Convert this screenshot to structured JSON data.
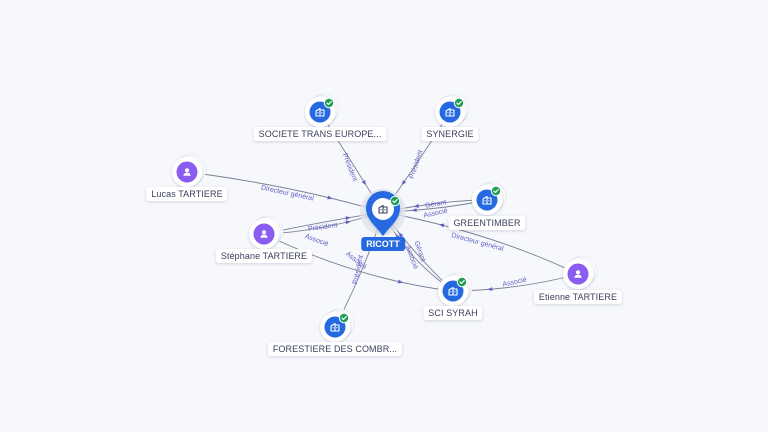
{
  "colors": {
    "company": "#2569e0",
    "person": "#8a5cf0",
    "verified": "#1f9d55",
    "edge_label": "#5d62c4",
    "edge": "#7b7f9a"
  },
  "center": {
    "label": "RICOTT",
    "icon": "building-icon",
    "verified": true
  },
  "nodes": [
    {
      "id": "societe",
      "label": "SOCIETE TRANS EUROPE...",
      "kind": "company",
      "verified": true
    },
    {
      "id": "synergie",
      "label": "SYNERGIE",
      "kind": "company",
      "verified": true
    },
    {
      "id": "lucas",
      "label": "Lucas TARTIERE",
      "kind": "person",
      "verified": false
    },
    {
      "id": "greentimber",
      "label": "GREENTIMBER",
      "kind": "company",
      "verified": true
    },
    {
      "id": "stephane",
      "label": "Stéphane TARTIERE",
      "kind": "person",
      "verified": false
    },
    {
      "id": "etienne",
      "label": "Etienne TARTIERE",
      "kind": "person",
      "verified": false
    },
    {
      "id": "scisyrah",
      "label": "SCI SYRAH",
      "kind": "company",
      "verified": true
    },
    {
      "id": "forestiere",
      "label": "FORESTIERE DES COMBR...",
      "kind": "company",
      "verified": true
    }
  ],
  "edges": [
    {
      "from": "societe",
      "to": "ricott",
      "label": "Président"
    },
    {
      "from": "synergie",
      "to": "ricott",
      "label": "Président"
    },
    {
      "from": "lucas",
      "to": "ricott",
      "label": "Directeur général"
    },
    {
      "from": "greentimber",
      "to": "ricott",
      "label": "Gérant"
    },
    {
      "from": "greentimber",
      "to": "ricott",
      "label": "Associé"
    },
    {
      "from": "stephane",
      "to": "ricott",
      "label": "Président"
    },
    {
      "from": "stephane",
      "to": "ricott",
      "label": "Associé"
    },
    {
      "from": "etienne",
      "to": "ricott",
      "label": "Directeur général"
    },
    {
      "from": "scisyrah",
      "to": "ricott",
      "label": "Gérant"
    },
    {
      "from": "scisyrah",
      "to": "ricott",
      "label": "Associé"
    },
    {
      "from": "forestiere",
      "to": "ricott",
      "label": "Président"
    },
    {
      "from": "stephane",
      "to": "scisyrah",
      "label": "Associé"
    },
    {
      "from": "etienne",
      "to": "scisyrah",
      "label": "Associé"
    }
  ]
}
